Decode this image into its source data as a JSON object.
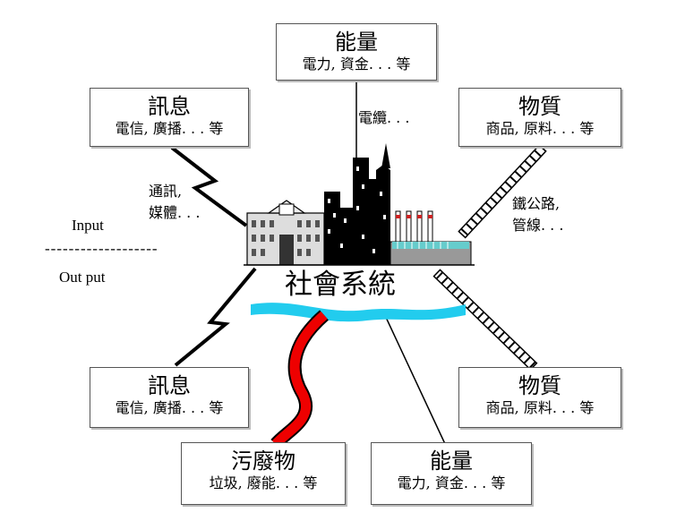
{
  "boxes": {
    "energy_top": {
      "title": "能量",
      "sub": "電力, 資金. . . 等"
    },
    "info_top": {
      "title": "訊息",
      "sub": "電信, 廣播. . . 等"
    },
    "matter_top": {
      "title": "物質",
      "sub": "商品, 原料. . . 等"
    },
    "info_bot": {
      "title": "訊息",
      "sub": "電信, 廣播. . . 等"
    },
    "matter_bot": {
      "title": "物質",
      "sub": "商品, 原料. . . 等"
    },
    "waste_bot": {
      "title": "污廢物",
      "sub": "垃圾, 廢能. . . 等"
    },
    "energy_bot": {
      "title": "能量",
      "sub": "電力, 資金. . . 等"
    }
  },
  "labels": {
    "cable": "電纜. . .",
    "comm_1": "通訊,",
    "comm_2": "媒體. . .",
    "rail_1": "鐵公路,",
    "rail_2": "管線. . .",
    "input": "Input",
    "divider": "-------------------",
    "output": "Out put",
    "center": "社會系統"
  },
  "colors": {
    "river": "#22ccee",
    "waste_pipe": "#ee0000",
    "chimney_stripe": "#cc2222",
    "factory": "#66cccc"
  }
}
